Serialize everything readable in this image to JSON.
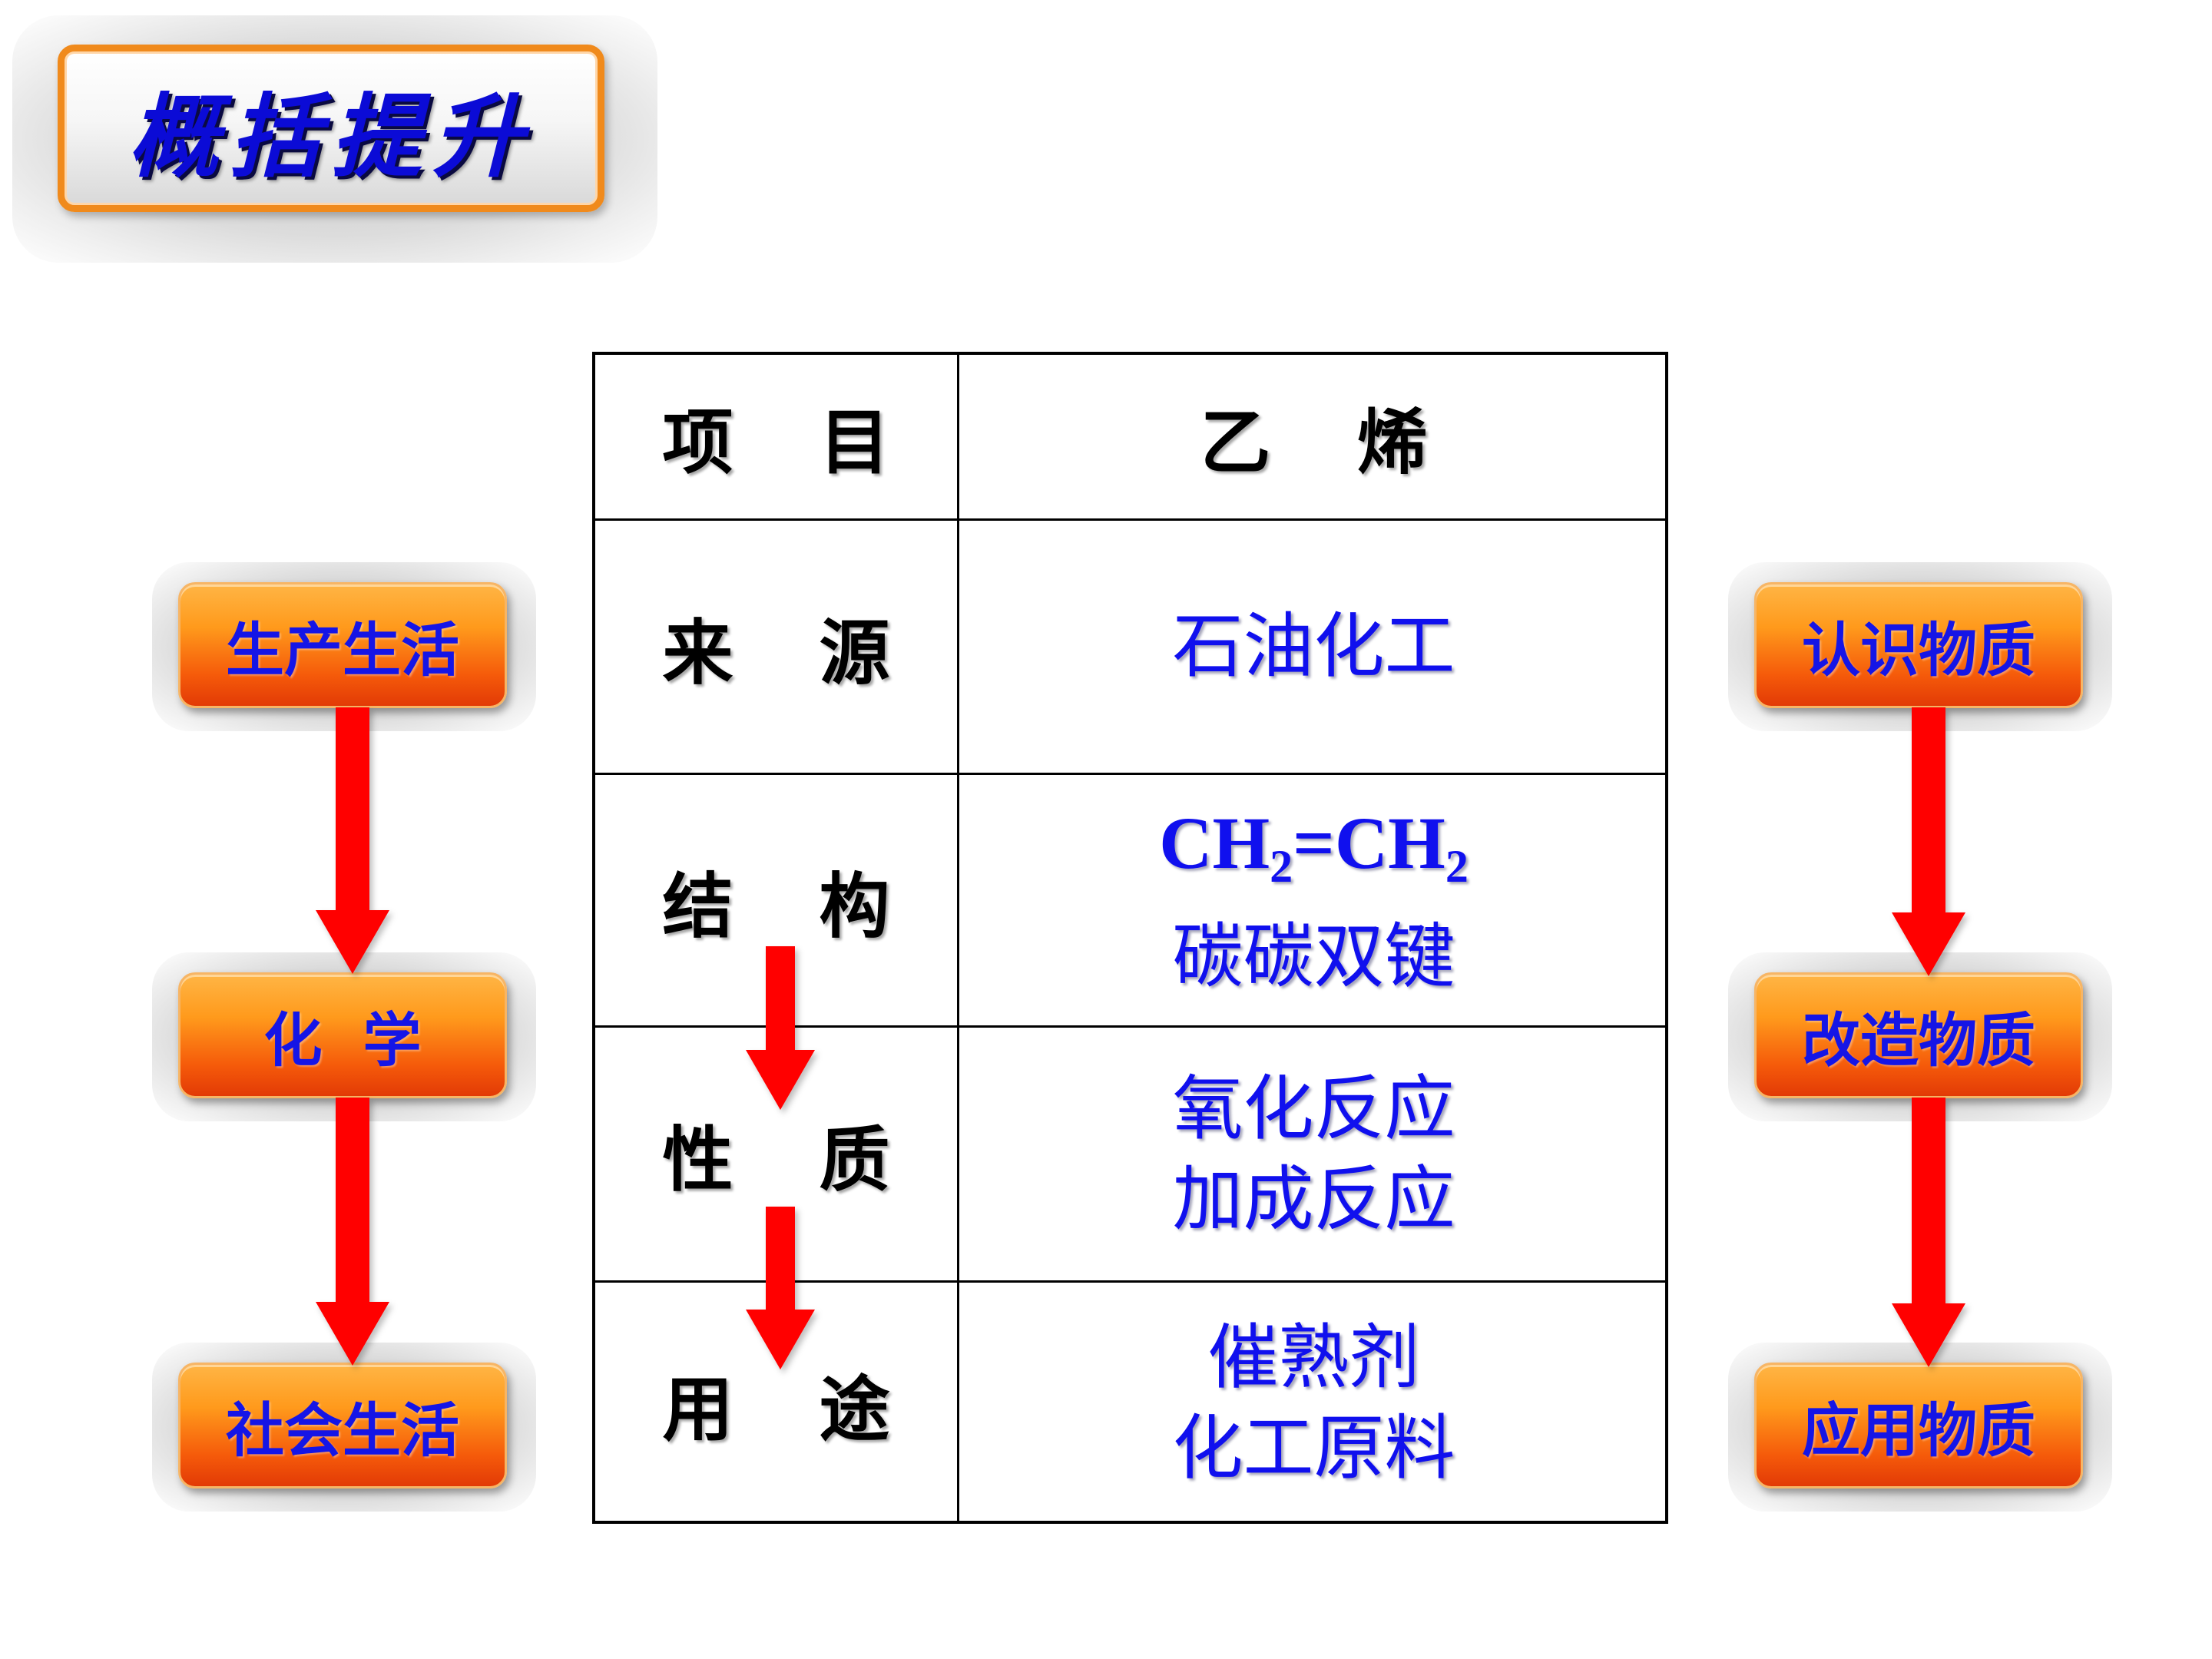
{
  "title": "概括提升",
  "table": {
    "header": {
      "item": "项 目",
      "value": "乙 烯"
    },
    "rows": [
      {
        "item": "来 源",
        "lines": [
          "石油化工"
        ]
      },
      {
        "item": "结 构",
        "formula": {
          "a": "CH",
          "a_sub": "2",
          "mid": "=CH",
          "b_sub": "2"
        },
        "lines": [
          "碳碳双键"
        ]
      },
      {
        "item": "性 质",
        "lines": [
          "氧化反应",
          "加成反应"
        ]
      },
      {
        "item": "用 途",
        "lines": [
          "催熟剂",
          "化工原料"
        ]
      }
    ]
  },
  "left_flow": [
    "生产生活",
    "化  学",
    "社会生活"
  ],
  "right_flow": [
    "认识物质",
    "改造物质",
    "应用物质"
  ],
  "colors": {
    "arrow": "#ff0000",
    "box_top": "#ffb545",
    "box_bottom": "#e23a06",
    "label_blue": "#1515e6",
    "value_blue": "#1010ee",
    "title_border": "#f08a1c"
  }
}
